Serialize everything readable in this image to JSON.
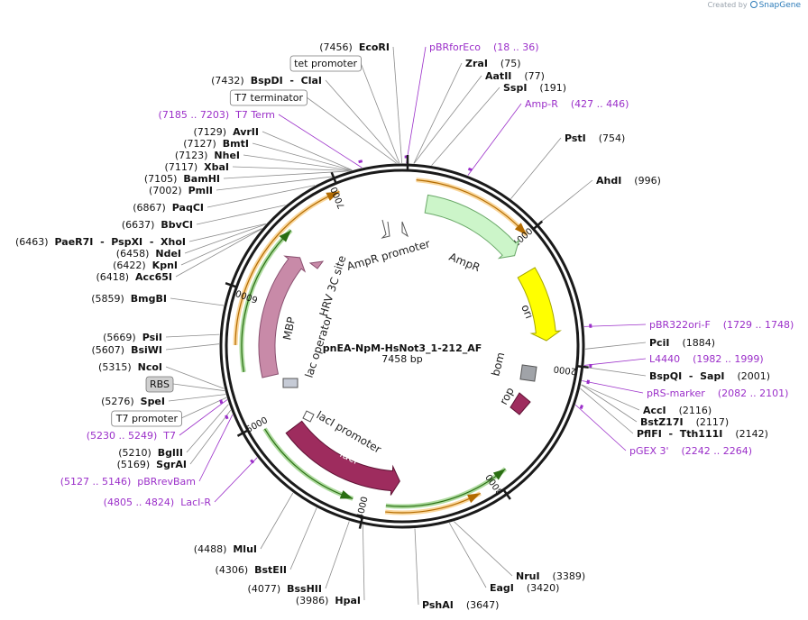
{
  "credit": {
    "prefix": "Created by",
    "brand": "SnapGene"
  },
  "plasmid": {
    "name": "pnEA-NpM-HsNot3_1-212_AF",
    "length": "7458 bp",
    "total_bp": 7458
  },
  "colors": {
    "primer": "#9b2fc9",
    "site": "#000000",
    "leader": "#8c8c8c",
    "orange": "#f5a623",
    "green": "#4caf2a"
  },
  "ruler": [
    {
      "bp": 1000,
      "label": "1000"
    },
    {
      "bp": 2000,
      "label": "2000"
    },
    {
      "bp": 3000,
      "label": "3000"
    },
    {
      "bp": 4000,
      "label": "4000"
    },
    {
      "bp": 5000,
      "label": "5000"
    },
    {
      "bp": 6000,
      "label": "6000"
    },
    {
      "bp": 7000,
      "label": "7000"
    }
  ],
  "labels": [
    {
      "id": "ecori",
      "bp": 7456,
      "text": "EcoRI",
      "pos": "(7456)",
      "kind": "site",
      "side": "L"
    },
    {
      "id": "tetprom",
      "bp": 7440,
      "text": "tet promoter",
      "kind": "box",
      "side": "L"
    },
    {
      "id": "bspdi",
      "bp": 7432,
      "text": "BspDI",
      "extra": "ClaI",
      "pos": "(7432)",
      "kind": "site",
      "side": "L"
    },
    {
      "id": "t7term",
      "bp": 7420,
      "text": "T7 terminator",
      "kind": "box",
      "side": "L"
    },
    {
      "id": "t7termp",
      "bp": 7194,
      "text": "T7 Term",
      "pos": "(7185 .. 7203)",
      "kind": "primer",
      "side": "L"
    },
    {
      "id": "avrii",
      "bp": 7129,
      "text": "AvrII",
      "pos": "(7129)",
      "kind": "site",
      "side": "L"
    },
    {
      "id": "bmti",
      "bp": 7127,
      "text": "BmtI",
      "pos": "(7127)",
      "kind": "site",
      "side": "L"
    },
    {
      "id": "nhei",
      "bp": 7123,
      "text": "NheI",
      "pos": "(7123)",
      "kind": "site",
      "side": "L"
    },
    {
      "id": "xbai",
      "bp": 7117,
      "text": "XbaI",
      "pos": "(7117)",
      "kind": "site",
      "side": "L"
    },
    {
      "id": "bamhi",
      "bp": 7105,
      "text": "BamHI",
      "pos": "(7105)",
      "kind": "site",
      "side": "L"
    },
    {
      "id": "pmli",
      "bp": 7002,
      "text": "PmlI",
      "pos": "(7002)",
      "kind": "site",
      "side": "L"
    },
    {
      "id": "paqci",
      "bp": 6867,
      "text": "PaqCI",
      "pos": "(6867)",
      "kind": "site",
      "side": "L"
    },
    {
      "id": "bbvci",
      "bp": 6637,
      "text": "BbvCI",
      "pos": "(6637)",
      "kind": "site",
      "side": "L"
    },
    {
      "id": "paer7i",
      "bp": 6463,
      "text": "PaeR7I",
      "extra": "PspXI  -  XhoI",
      "pos": "(6463)",
      "kind": "site",
      "side": "L"
    },
    {
      "id": "ndei",
      "bp": 6458,
      "text": "NdeI",
      "pos": "(6458)",
      "kind": "site",
      "side": "L"
    },
    {
      "id": "kpni",
      "bp": 6422,
      "text": "KpnI",
      "pos": "(6422)",
      "kind": "site",
      "side": "L"
    },
    {
      "id": "acc65i",
      "bp": 6418,
      "text": "Acc65I",
      "pos": "(6418)",
      "kind": "site",
      "side": "L"
    },
    {
      "id": "bmgbi",
      "bp": 5859,
      "text": "BmgBI",
      "pos": "(5859)",
      "kind": "site",
      "side": "L"
    },
    {
      "id": "psii",
      "bp": 5669,
      "text": "PsiI",
      "pos": "(5669)",
      "kind": "site",
      "side": "L"
    },
    {
      "id": "bsiwi",
      "bp": 5607,
      "text": "BsiWI",
      "pos": "(5607)",
      "kind": "site",
      "side": "L"
    },
    {
      "id": "ncoi",
      "bp": 5315,
      "text": "NcoI",
      "pos": "(5315)",
      "kind": "site",
      "side": "L"
    },
    {
      "id": "rbs",
      "bp": 5300,
      "text": "RBS",
      "kind": "gbox",
      "side": "L"
    },
    {
      "id": "spei",
      "bp": 5276,
      "text": "SpeI",
      "pos": "(5276)",
      "kind": "site",
      "side": "L"
    },
    {
      "id": "t7prom",
      "bp": 5255,
      "text": "T7 promoter",
      "kind": "box",
      "side": "L"
    },
    {
      "id": "t7p",
      "bp": 5240,
      "text": "T7",
      "pos": "(5230 .. 5249)",
      "kind": "primer",
      "side": "L"
    },
    {
      "id": "bglii",
      "bp": 5210,
      "text": "BglII",
      "pos": "(5210)",
      "kind": "site",
      "side": "L"
    },
    {
      "id": "sgrai",
      "bp": 5169,
      "text": "SgrAI",
      "pos": "(5169)",
      "kind": "site",
      "side": "L"
    },
    {
      "id": "pbrrev",
      "bp": 5137,
      "text": "pBRrevBam",
      "pos": "(5127 .. 5146)",
      "kind": "primer",
      "side": "L"
    },
    {
      "id": "lacir",
      "bp": 4815,
      "text": "LacI-R",
      "pos": "(4805 .. 4824)",
      "kind": "primer",
      "side": "L"
    },
    {
      "id": "mlui",
      "bp": 4488,
      "text": "MluI",
      "pos": "(4488)",
      "kind": "site",
      "side": "L"
    },
    {
      "id": "bsteii",
      "bp": 4306,
      "text": "BstEII",
      "pos": "(4306)",
      "kind": "site",
      "side": "L"
    },
    {
      "id": "bsshii",
      "bp": 4077,
      "text": "BssHII",
      "pos": "(4077)",
      "kind": "site",
      "side": "L"
    },
    {
      "id": "hpai",
      "bp": 3986,
      "text": "HpaI",
      "pos": "(3986)",
      "kind": "site",
      "side": "L"
    },
    {
      "id": "pshai",
      "bp": 3647,
      "text": "PshAI",
      "pos": "(3647)",
      "kind": "site",
      "side": "R"
    },
    {
      "id": "eagi",
      "bp": 3420,
      "text": "EagI",
      "pos": "(3420)",
      "kind": "site",
      "side": "R"
    },
    {
      "id": "nrui",
      "bp": 3389,
      "text": "NruI",
      "pos": "(3389)",
      "kind": "site",
      "side": "R"
    },
    {
      "id": "pbrfor",
      "bp": 27,
      "text": "pBRforEco",
      "pos": "(18 .. 36)",
      "kind": "primer",
      "side": "R"
    },
    {
      "id": "zrai",
      "bp": 75,
      "text": "ZraI",
      "pos": "(75)",
      "kind": "site",
      "side": "R"
    },
    {
      "id": "aatii",
      "bp": 77,
      "text": "AatII",
      "pos": "(77)",
      "kind": "site",
      "side": "R"
    },
    {
      "id": "sspi",
      "bp": 191,
      "text": "SspI",
      "pos": "(191)",
      "kind": "site",
      "side": "R"
    },
    {
      "id": "ampr",
      "bp": 436,
      "text": "Amp-R",
      "pos": "(427 .. 446)",
      "kind": "primer",
      "side": "R"
    },
    {
      "id": "psti",
      "bp": 754,
      "text": "PstI",
      "pos": "(754)",
      "kind": "site",
      "side": "R"
    },
    {
      "id": "ahdi",
      "bp": 996,
      "text": "AhdI",
      "pos": "(996)",
      "kind": "site",
      "side": "R"
    },
    {
      "id": "pbr322",
      "bp": 1738,
      "text": "pBR322ori-F",
      "pos": "(1729 .. 1748)",
      "kind": "primer",
      "side": "R"
    },
    {
      "id": "pcii",
      "bp": 1884,
      "text": "PciI",
      "pos": "(1884)",
      "kind": "site",
      "side": "R"
    },
    {
      "id": "l4440",
      "bp": 1990,
      "text": "L4440",
      "pos": "(1982 .. 1999)",
      "kind": "primer",
      "side": "R"
    },
    {
      "id": "bspqi",
      "bp": 2001,
      "text": "BspQI",
      "extra": "SapI",
      "pos": "(2001)",
      "kind": "site",
      "side": "R"
    },
    {
      "id": "prs",
      "bp": 2091,
      "text": "pRS-marker",
      "pos": "(2082 .. 2101)",
      "kind": "primer",
      "side": "R"
    },
    {
      "id": "acci",
      "bp": 2116,
      "text": "AccI",
      "pos": "(2116)",
      "kind": "site",
      "side": "R"
    },
    {
      "id": "bstz17i",
      "bp": 2117,
      "text": "BstZ17I",
      "pos": "(2117)",
      "kind": "site",
      "side": "R"
    },
    {
      "id": "pflfi",
      "bp": 2142,
      "text": "PflFI",
      "extra": "Tth111I",
      "pos": "(2142)",
      "kind": "site",
      "side": "R"
    },
    {
      "id": "pgex",
      "bp": 2253,
      "text": "pGEX 3'",
      "pos": "(2242 .. 2264)",
      "kind": "primer",
      "side": "R"
    }
  ],
  "features": [
    {
      "id": "ampr-feat",
      "name": "AmpR",
      "start": 200,
      "end": 1060,
      "color": "#ccf5c9",
      "stroke": "#6aa868",
      "r": 160,
      "w": 20,
      "dir": 1
    },
    {
      "id": "ori-feat",
      "name": "ori",
      "start": 1230,
      "end": 1820,
      "color": "#ffff00",
      "stroke": "#a6a600",
      "r": 160,
      "w": 22,
      "dir": 1
    },
    {
      "id": "laci-feat",
      "name": "lacI",
      "start": 3750,
      "end": 4830,
      "color": "#9e2c5e",
      "stroke": "#5e1234",
      "r": 150,
      "w": 22,
      "dir": -1
    },
    {
      "id": "mbp-feat",
      "name": "MBP",
      "start": 5330,
      "end": 6440,
      "color": "#c88aa8",
      "stroke": "#8a5070",
      "r": 150,
      "w": 18,
      "dir": 1
    }
  ],
  "feature_labels": {
    "ampr": "AmpR",
    "ampr_promoter": "AmpR promoter",
    "ori": "ori",
    "bom": "bom",
    "rop": "rop",
    "laci": "lacI",
    "laci_promoter": "lacI promoter",
    "lac_operator": "lac operator",
    "mbp": "MBP",
    "hrv3c": "HRV 3C site"
  },
  "orfs": [
    {
      "id": "orf-out1",
      "start": 100,
      "end": 1000,
      "r": 185,
      "color": "orange",
      "dir": 1
    },
    {
      "id": "orf-out2",
      "start": 3150,
      "end": 3850,
      "r": 185,
      "color": "orange",
      "dir": -1
    },
    {
      "id": "orf-out3",
      "start": 5600,
      "end": 7000,
      "r": 185,
      "color": "orange",
      "dir": 1
    },
    {
      "id": "orf-in1",
      "start": 2900,
      "end": 3850,
      "r": 178,
      "color": "green",
      "dir": -1
    },
    {
      "id": "orf-in2",
      "start": 4100,
      "end": 4950,
      "r": 178,
      "color": "green",
      "dir": -1
    },
    {
      "id": "orf-in3",
      "start": 5400,
      "end": 6550,
      "r": 178,
      "color": "green",
      "dir": 1
    }
  ]
}
